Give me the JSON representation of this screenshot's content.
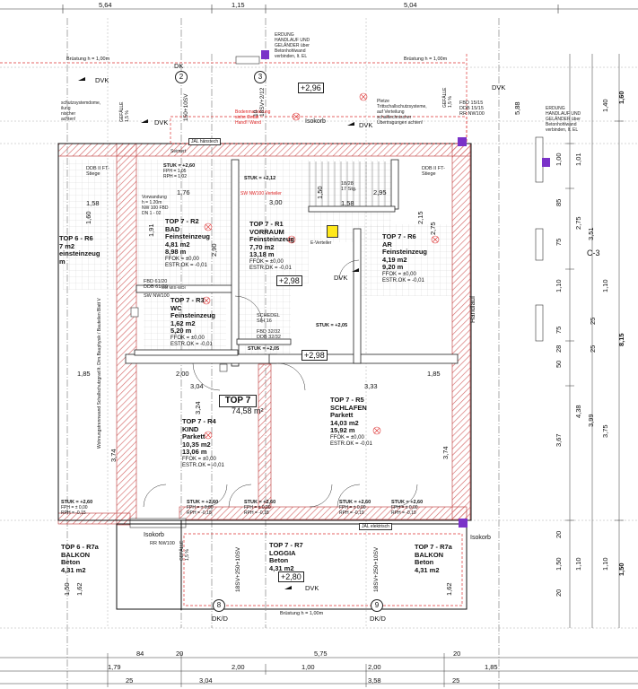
{
  "top_dims": [
    "5,64",
    "1,15",
    "5,04"
  ],
  "dk_labels": {
    "dk_top": "DK",
    "dvk_1": "DVK",
    "dvk_2": "DVK",
    "dvk_3": "DVK",
    "dvk_4": "DVK",
    "dvk_5": "DVK",
    "dvk_bottom": "DVK",
    "dkd_1": "DK/D",
    "dkd_2": "DK/D"
  },
  "brustung": {
    "left": "Brüstung h = 1,00m",
    "right": "Brüstung h = 1,00m",
    "bottom": "Brüstung h = 1,00m"
  },
  "axes": {
    "a2": "2",
    "a3": "3",
    "a8": "8",
    "a9": "9",
    "c3": "C-3"
  },
  "levels": {
    "l1": "+2,96",
    "l2": "+2,98",
    "l3": "+2,98",
    "l4": "+2,80"
  },
  "apartment": {
    "name": "TOP 7",
    "area": "74,58 m²"
  },
  "rooms": [
    {
      "id": "r2",
      "name": "TOP 7 - R2",
      "type": "BAD",
      "floor": "Feinsteinzeug",
      "area": "4,81 m2",
      "perim": "8,98   m",
      "ffok": "FFOK = ±0,00",
      "estr": "ESTR.OK = -0,01"
    },
    {
      "id": "r1",
      "name": "TOP 7 - R1",
      "type": "VORRAUM",
      "floor": "Feinsteinzeug",
      "area": "7,70 m2",
      "perim": "13,18   m",
      "ffok": "FFOK = ±0,00",
      "estr": "ESTR.OK = -0,01"
    },
    {
      "id": "r6",
      "name": "TOP 7 - R6",
      "type": "AR",
      "floor": "Feinsteinzeug",
      "area": "4,19 m2",
      "perim": "9,20   m",
      "ffok": "FFOK = ±0,00",
      "estr": "ESTR.OK = -0,01"
    },
    {
      "id": "r3",
      "name": "TOP 7 - R3",
      "type": "WC",
      "floor": "Feinsteinzeug",
      "area": "1,62 m2",
      "perim": "5,20   m",
      "ffok": "FFOK = ±0,00",
      "estr": "ESTR.OK = -0,01"
    },
    {
      "id": "r4",
      "name": "TOP 7 - R4",
      "type": "KIND",
      "floor": "Parkett",
      "area": "10,35 m2",
      "perim": "13,06   m",
      "ffok": "FFOK = ±0,00",
      "estr": "ESTR.OK = -0,01"
    },
    {
      "id": "r5",
      "name": "TOP 7 - R5",
      "type": "SCHLAFEN",
      "floor": "Parkett",
      "area": "14,03 m2",
      "perim": "15,92   m",
      "ffok": "FFOK = ±0,00",
      "estr": "ESTR.OK = -0,01"
    },
    {
      "id": "r7",
      "name": "TOP 7 - R7",
      "type": "LOGGIA",
      "floor": "Beton",
      "area": "4,31 m2"
    },
    {
      "id": "r7a",
      "name": "TOP 7 - R7a",
      "type": "BALKON",
      "floor": "Beton",
      "area": "4,31 m2"
    },
    {
      "id": "r7a_left",
      "name": "TOP  6 - R7a",
      "type": "BALKON",
      "floor": "Beton",
      "area": "4,31 m2"
    },
    {
      "id": "r6_left",
      "name": "TOP  6 - R6",
      "area": "7 m2",
      "floor": "einsteinzeug",
      "perim": "m"
    }
  ],
  "notes": {
    "erdung_top": "ERDUNG\nHANDLAUF UND\nGELÄNDER über\nBetonhohlwand\nverbinden, lt. EL",
    "erdung_right": "ERDUNG\nHANDLAUF UND\nGELÄNDER über\nBetonhohlwand\nverbinden, lt. EL",
    "pletze": "Pletze\nTrittschallschutzsysteme,\nauf Verteilung\nschalltechnischer\nÜbertragungen achten!",
    "left_note": "schutzsystemdome,\nilung\nnischer\nachten!",
    "red_note": "Bodenmarkierung\nsiehe Detail\nHand!! Wand",
    "e_verteiler": "E-Verteiler",
    "sw_verteiler": "SW NW100 Verteiler",
    "seimert": "Seimert",
    "jal_1": "JAL hänstech",
    "vorwand": "Vorwandung\nh = 1.20m\nNW 100 FBD\nDN 1 - 02",
    "wohnungstrennwand": "Wohnungstrennwand Schallschutzgrad lt. Dim.Bauphysik / Bauteilen Blatt V",
    "sw_wdi": "SW MIS-WDI"
  },
  "tags": {
    "ddb_l": "DDB II FT-\nStiege",
    "ddb_r": "DDB II FT-\nStiege",
    "fbd15": "FBD 15/15\nDDB 15/15\nRR NW100",
    "fbd61": "FBD 61/20\nDDB 61/20",
    "sw_nw100": "SW NW100",
    "fbd32": "FBD 32/32\nDDB 32/32",
    "rr_nw100": "RR NW100",
    "stiege": "18/28\n17 Stg.",
    "schedel": "SCHEDEL\nSIH 16",
    "isokorb_1": "Isokorb",
    "isokorb_2": "Isokorb",
    "isokorb_3": "Isokorb",
    "handlauf": "Handlauf",
    "jal_elektr": "JAL elektrisch",
    "gefalle_1": "GEFÄLLE\n1,5 %",
    "gefalle_2": "GEFÄLLE\n1,5 %",
    "gefalle_3": "GEFÄLLE\n1,5 %",
    "duct_1": "10\n18SV+2/12",
    "duct_2": "150+10SV",
    "duct_3": "18SV+250+10SV",
    "duct_4": "18SV+250+10SV"
  },
  "stuks": [
    {
      "id": "s1",
      "t": "STUK = +2,60",
      "a": "FPH = 1,05",
      "b": "RPH = 1,02"
    },
    {
      "id": "s2",
      "t": "STUK = +2,12",
      "a": "",
      "b": ""
    },
    {
      "id": "s3",
      "t": "STUK = +2,05",
      "a": "",
      "b": ""
    },
    {
      "id": "s4",
      "t": "STUK = +2,05",
      "a": "",
      "b": ""
    },
    {
      "id": "s5",
      "t": "STUK = +2,60",
      "a": "FPH = ± 0,00",
      "b": "RPH = -0,15"
    },
    {
      "id": "s6",
      "t": "STUK = +2,60",
      "a": "FPH = ± 0,00",
      "b": "RPH = -0,18"
    },
    {
      "id": "s7",
      "t": "STUK = +2,60",
      "a": "FPH = ± 0,00",
      "b": "RPH = -0,18"
    },
    {
      "id": "s8",
      "t": "STUK = +2,60",
      "a": "FPH = ± 0,00",
      "b": "RPH = -0,19"
    },
    {
      "id": "s9",
      "t": "STUK = +2,60",
      "a": "FPH = ± 0,00",
      "b": "RPH = -0,19"
    }
  ],
  "inner_dims": {
    "d1_76": "1,76",
    "d3_00": "3,00",
    "d1_50": "1,50",
    "d2_95": "2,95",
    "d1_58a": "1,58",
    "d1_58b": "1,58",
    "d2_00a": "2,00",
    "d3_04": "3,04",
    "d3_33": "3,33",
    "d1_85a": "1,85",
    "d1_85b": "1,85",
    "d3_24": "3,24",
    "d3_74a": "3,74",
    "d3_74b": "3,74",
    "d1_50b": "1,50",
    "d1_62a": "1,62",
    "d1_62b": "1,62",
    "d2_75": "2,75",
    "d2_15": "2,15",
    "d1_60": "1,60",
    "d2_90": "2,90",
    "d1_91": "1,91"
  },
  "right_dims": [
    "1,60",
    "1,40",
    "1,00",
    "1,01",
    "85",
    "2,75",
    "3,51",
    "75",
    "1,10",
    "1,10",
    "25",
    "75",
    "28",
    "25",
    "50",
    "4,38",
    "3,99",
    "3,67",
    "3,75",
    "8,15",
    "1,50",
    "20",
    "1,10",
    "1,10",
    "20",
    "1,50",
    "5,88"
  ],
  "bottom_dims_row1": [
    "84",
    "20",
    "5,75",
    "20"
  ],
  "bottom_dims_row2": [
    "1,79",
    "2,00",
    "1,00",
    "2,00",
    "1,85"
  ],
  "bottom_dims_row3": [
    "25",
    "3,04",
    "3,58",
    "25"
  ]
}
